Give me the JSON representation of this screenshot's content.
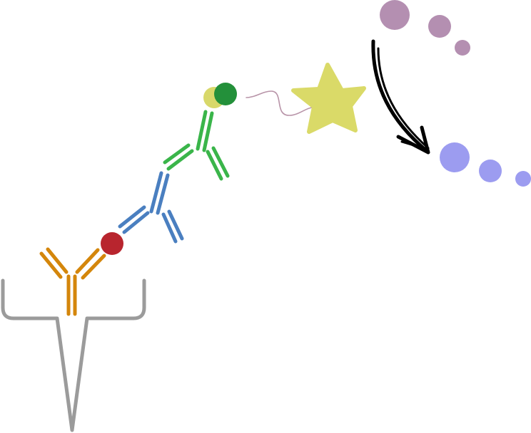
{
  "diagram": {
    "type": "sandwich-elisa-assay",
    "labels": [],
    "colors": {
      "well": "#9b9b9b",
      "capture_antibody": "#d4860b",
      "antigen": "#b8252e",
      "detection_antibody": "#4a7fc0",
      "secondary_antibody": "#3ab54a",
      "conjugate_tag_light": "#d8d86a",
      "conjugate_tag_dark": "#23903a",
      "linker": "#b894a8",
      "enzyme": "#dada68",
      "substrate": "#b48fb1",
      "product": "#9c9cf0",
      "reaction_arrow": "#000000"
    },
    "substrate_dots": 3,
    "product_dots": 3
  }
}
